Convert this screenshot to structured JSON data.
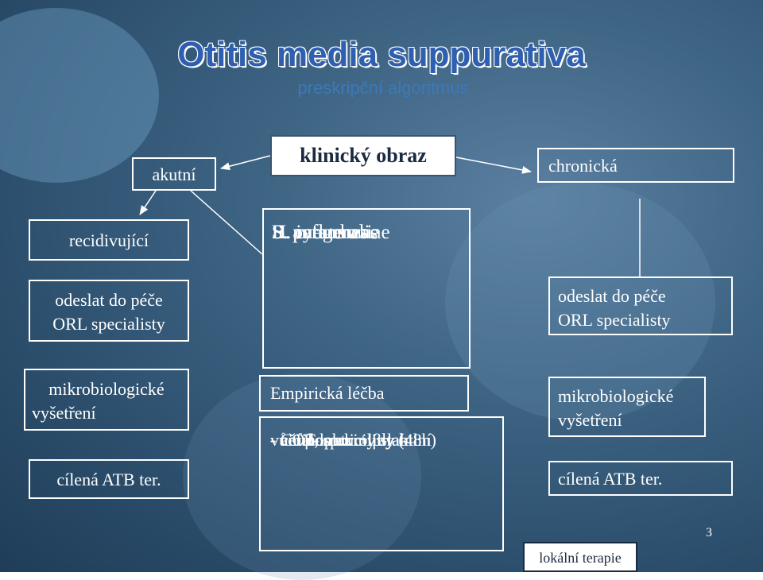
{
  "header": {
    "title": "Otitis media suppurativa",
    "subtitle": "preskripční algoritmus"
  },
  "center": {
    "clinical": "klinický obraz",
    "pathogens": [
      "S. pneumoniae",
      "H. influenzae",
      "B. catarrhalis",
      "S. aureus",
      "S. pyogenes"
    ],
    "empirical": "Empirická léčba",
    "drugs": [
      "- aminopeniciliny (48h)",
      "- cefalosporiny stabilní",
      "vůči β-lakt.",
      "- aminopnc. + β-lakt.",
      "- COT, makrolidy"
    ]
  },
  "left": {
    "acute": "akutní",
    "recurrent": "recidivující",
    "refer": [
      "odeslat do péče",
      "ORL specialisty"
    ],
    "micro": [
      "mikrobiologické",
      "vyšetření"
    ],
    "targeted": "cílená ATB ter."
  },
  "right": {
    "chronic": "chronická",
    "refer": [
      "odeslat do péče",
      "ORL specialisty"
    ],
    "micro": [
      "mikrobiologické",
      "vyšetření"
    ],
    "targeted": "cílená ATB ter.",
    "local": "lokální terapie"
  },
  "page_number": "3",
  "colors": {
    "background": "#3f6585",
    "title": "#2f5fb0",
    "lines": "#ffffff"
  }
}
